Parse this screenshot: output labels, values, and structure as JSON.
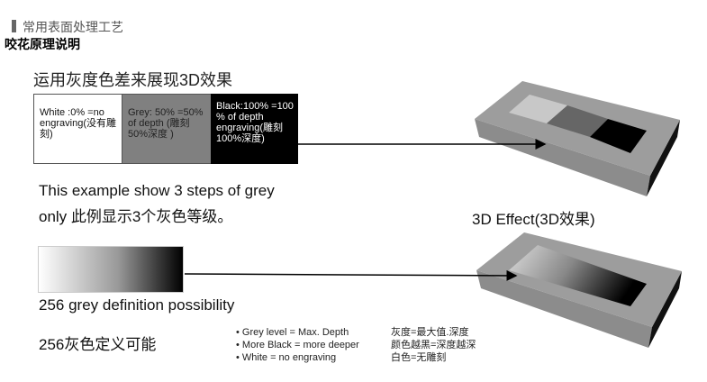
{
  "header": {
    "section": "常用表面处理工艺",
    "title": "咬花原理说明"
  },
  "subtitle": "运用灰度色差来展现3D效果",
  "steps": [
    {
      "text": "White :0% =no engraving(没有雕刻)",
      "color": "#ffffff"
    },
    {
      "text": "Grey: 50% =50% of depth (雕刻50%深度 )",
      "color": "#808080"
    },
    {
      "text": "Black:100% =100 % of depth engraving(雕刻100%深度)",
      "color": "#000000"
    }
  ],
  "example_line1": "This example show 3 steps of grey",
  "example_line2": "only 此例显示3个灰色等级。",
  "effect_label": "3D Effect(3D效果)",
  "definition_en": "256 grey definition possibility",
  "definition_cn": "256灰色定义可能",
  "bullets": [
    {
      "en": "• Grey level = Max. Depth",
      "cn": "灰度=最大值.深度"
    },
    {
      "en": "• More Black = more deeper",
      "cn": "颜色越黑=深度越深"
    },
    {
      "en": "• White = no engraving",
      "cn": "白色=无雕刻"
    }
  ]
}
